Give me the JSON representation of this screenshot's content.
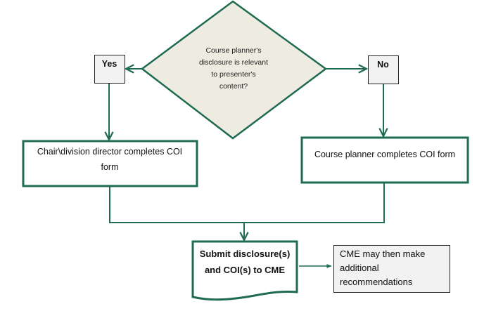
{
  "colors": {
    "stroke": "#1F6B52",
    "diamond_fill": "#EEEBE0",
    "decision_fill": "#F2F2F2",
    "box_fill": "#FFFFFF",
    "note_border": "#222222"
  },
  "decision": {
    "lines": [
      "Course planner's",
      "disclosure is relevant",
      "to presenter's",
      "content?"
    ]
  },
  "branches": {
    "yes": "Yes",
    "no": "No"
  },
  "process": {
    "left": "Chair\\division director completes COI form",
    "right": "Course planner completes COI form"
  },
  "document": {
    "lines": [
      "Submit disclosure(s)",
      "and COI(s) to CME"
    ]
  },
  "note": {
    "lines": [
      "CME may then make",
      "additional",
      "recommendations"
    ]
  }
}
